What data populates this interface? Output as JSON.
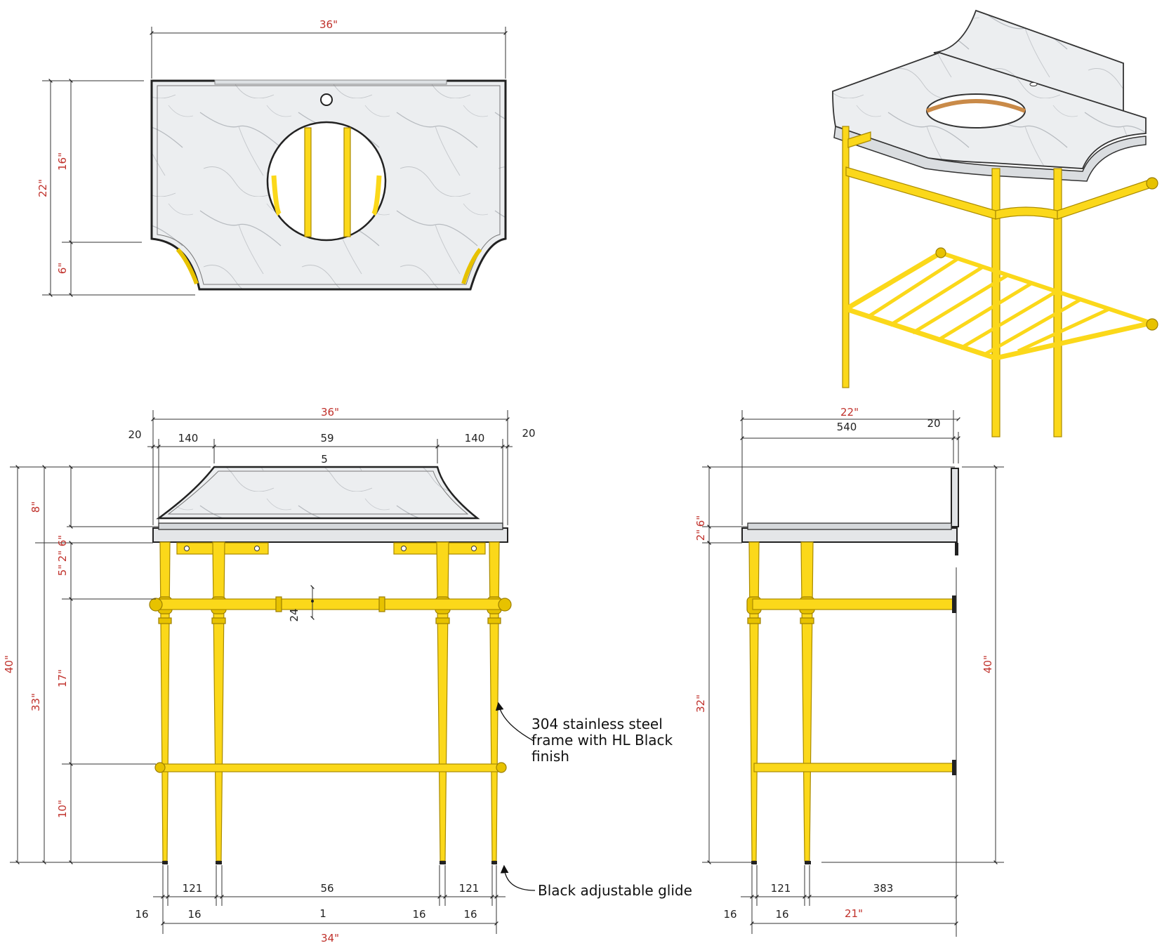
{
  "colors": {
    "frame_gold": "#fbd81a",
    "frame_gold_dark": "#e7c200",
    "marble": "#eceef0",
    "dimension_red": "#c0312b",
    "dimension_black": "#222222"
  },
  "icons": [
    "arrow-tick-icon",
    "leader-arrow-icon"
  ],
  "top_view": {
    "width_label": "36\"",
    "depth_label": "22\"",
    "depth_upper_label": "16\"",
    "depth_lower_label": "6\""
  },
  "front_view": {
    "overall_width": "36\"",
    "seg_left_gap": "20",
    "seg_left": "140",
    "seg_center": "59",
    "seg_right": "140",
    "seg_right_gap": "20",
    "backsplash_thickness": "5",
    "height_total": "40\"",
    "height_backsplash": "8\"",
    "height_top_6": "6\"",
    "height_top_2": "2\"",
    "height_top_5": "5\"",
    "height_counter": "33\"",
    "height_17": "17\"",
    "height_10": "10\"",
    "rail_offset": "24",
    "bottom_leg_l": "16",
    "bottom_121_l": "121",
    "bottom_56": "56",
    "bottom_121_r": "121",
    "bottom_leg_l2": "16",
    "bottom_leg_c": "16",
    "bottom_leg_r": "16",
    "bottom_gap": "1",
    "bottom_total": "34\""
  },
  "side_view": {
    "overall_depth": "22\"",
    "seg_540": "540",
    "seg_20": "20",
    "height_6": "6\"",
    "height_2": "2\"",
    "height_32": "32\"",
    "height_40": "40\"",
    "bottom_leg_1": "16",
    "bottom_121": "121",
    "bottom_383": "383",
    "bottom_leg_2": "16",
    "bottom_total": "21\""
  },
  "annotations": {
    "frame_note_line1": "304    stainless    steel",
    "frame_note_line2": "frame   with   HL   Black",
    "frame_note_line3": "finish",
    "glide_note": "Black adjustable glide"
  }
}
